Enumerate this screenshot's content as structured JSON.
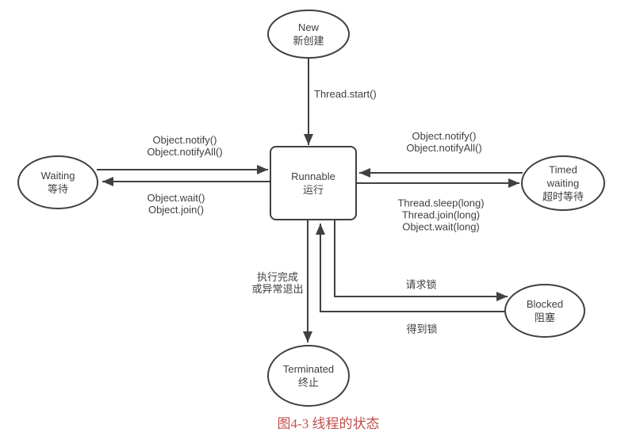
{
  "figure": {
    "caption": "图4-3 线程的状态"
  },
  "colors": {
    "stroke": "#404040",
    "text": "#3f3f3f",
    "caption": "#c0504d",
    "background": "#ffffff"
  },
  "nodes": {
    "new": {
      "en": "New",
      "zh": "新创建"
    },
    "runnable": {
      "en": "Runnable",
      "zh": "运行"
    },
    "waiting": {
      "en": "Waiting",
      "zh": "等待"
    },
    "timed_waiting": {
      "en": "Timed waiting",
      "zh": "超时等待"
    },
    "blocked": {
      "en": "Blocked",
      "zh": "阻塞"
    },
    "terminated": {
      "en": "Terminated",
      "zh": "终止"
    }
  },
  "edge_labels": {
    "thread_start": "Thread.start()",
    "waiting_notify_1": "Object.notify()",
    "waiting_notify_2": "Object.notifyAll()",
    "waiting_wait_1": "Object.wait()",
    "waiting_wait_2": "Object.join()",
    "timed_notify_1": "Object.notify()",
    "timed_notify_2": "Object.notifyAll()",
    "timed_sleep_1": "Thread.sleep(long)",
    "timed_sleep_2": "Thread.join(long)",
    "timed_sleep_3": "Object.wait(long)",
    "request_lock": "请求锁",
    "acquire_lock": "得到锁",
    "exit_1": "执行完成",
    "exit_2": "或异常退出"
  }
}
